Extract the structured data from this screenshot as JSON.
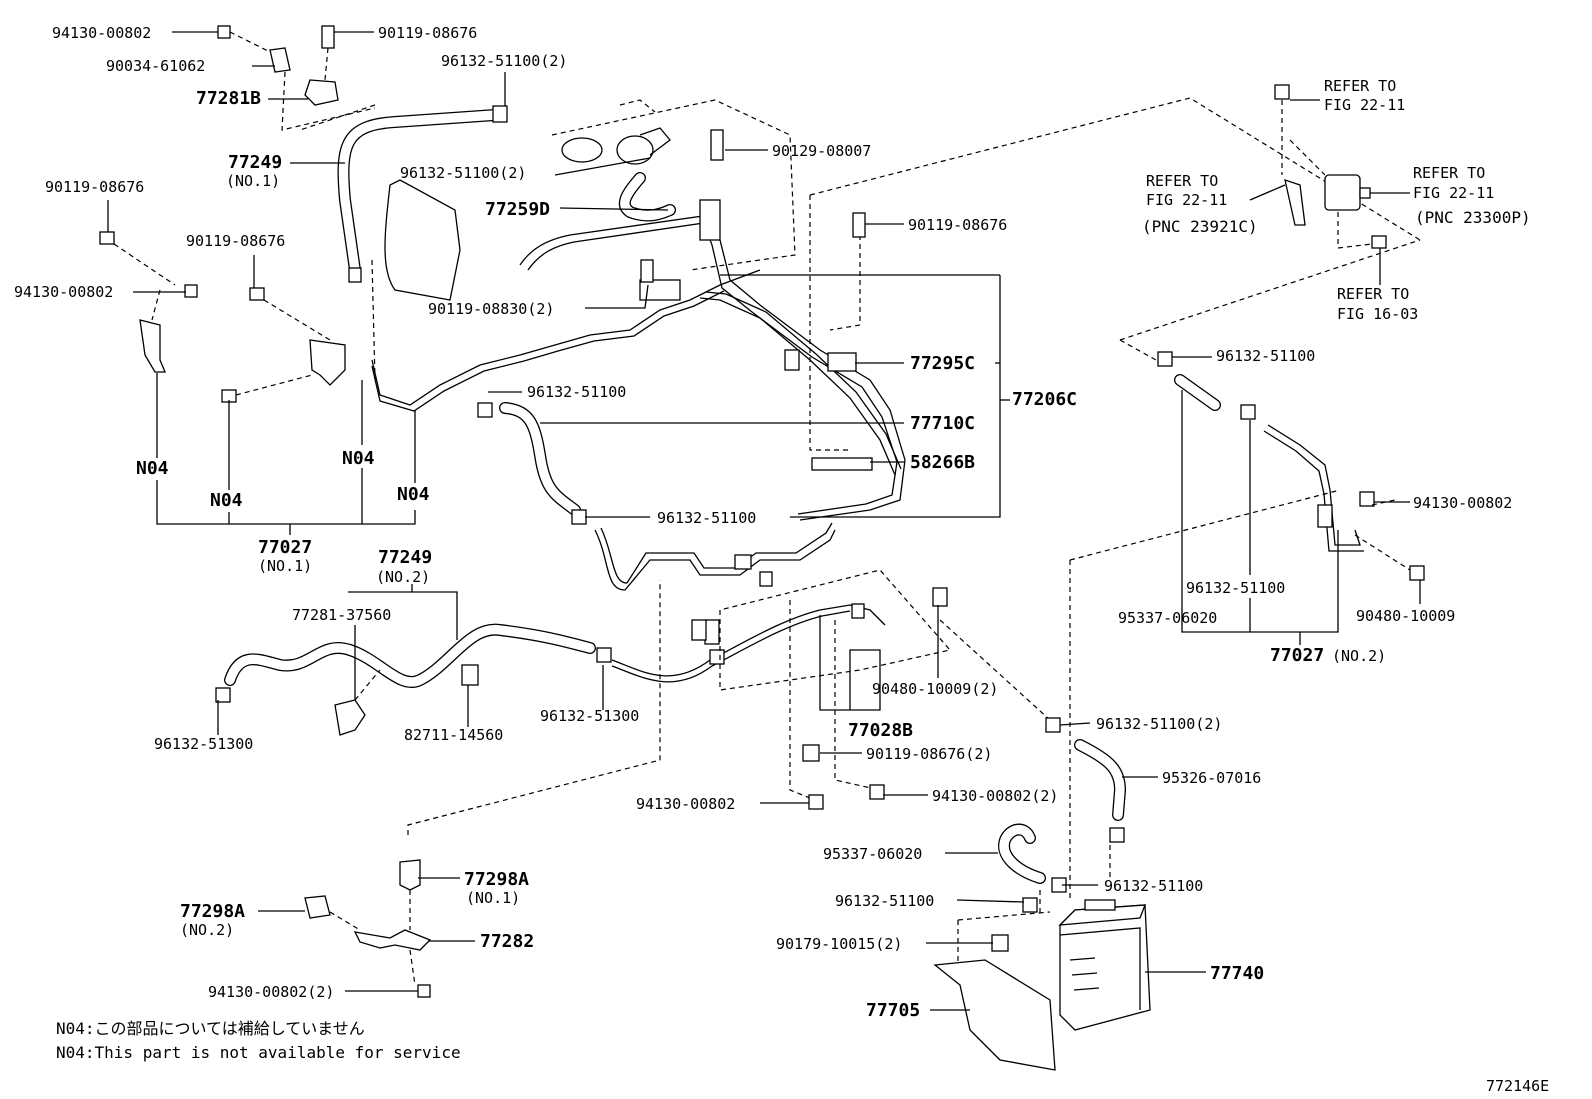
{
  "diagram_code": "772146E",
  "notes": [
    "N04:この部品については補給していません",
    "N04:This part is not available for service"
  ],
  "labels": {
    "l_9413000802_a": "94130-00802",
    "l_9011908676_a": "90119-08676",
    "l_9003461062": "90034-61062",
    "l_77281b": "77281B",
    "l_96132_51100_2_a": "96132-51100(2)",
    "l_77249_no1": "77249",
    "l_no1_a": "(NO.1)",
    "l_96132_51100_2_b": "96132-51100(2)",
    "l_9012908007": "90129-08007",
    "l_77259d": "77259D",
    "l_9011908676_b": "90119-08676",
    "l_9011908676_c": "90119-08676",
    "l_9011908676_d": "90119-08676",
    "l_9413000802_b": "94130-00802",
    "l_9011908830": "90119-08830(2)",
    "l_77295c": "77295C",
    "l_77206c": "77206C",
    "l_96132_51100_a": "96132-51100",
    "l_77710c": "77710C",
    "l_58266b": "58266B",
    "l_96132_51100_b": "96132-51100",
    "l_n04_a": "N04",
    "l_n04_b": "N04",
    "l_n04_c": "N04",
    "l_n04_d": "N04",
    "l_77027_no1": "77027",
    "l_no1_b": "(NO.1)",
    "l_77249_no2": "77249",
    "l_no2_a": "(NO.2)",
    "l_7728137560": "77281-37560",
    "l_9613251300_a": "96132-51300",
    "l_8271114560": "82711-14560",
    "l_9613251300_b": "96132-51300",
    "l_9048010009_2": "90480-10009(2)",
    "l_77028b": "77028B",
    "l_96132_51100_2_c": "96132-51100(2)",
    "l_9011908676_2": "90119-08676(2)",
    "l_9413000802_c": "94130-00802",
    "l_9413000802_2": "94130-00802(2)",
    "l_9532607016": "95326-07016",
    "l_9533706020_a": "95337-06020",
    "l_96132_51100_c": "96132-51100",
    "l_96132_51100_d": "96132-51100",
    "l_9017910015": "90179-10015(2)",
    "l_77740": "77740",
    "l_77705": "77705",
    "l_77298a_no1": "77298A",
    "l_no1_c": "(NO.1)",
    "l_77298a_no2": "77298A",
    "l_no2_b": "(NO.2)",
    "l_77282": "77282",
    "l_9413000802_2b": "94130-00802(2)",
    "l_refer_1": "REFER TO",
    "l_fig_22_11_a": "FIG 22-11",
    "l_refer_2": "REFER TO",
    "l_fig_22_11_b": "FIG 22-11",
    "l_pnc_23921c": "(PNC 23921C)",
    "l_refer_3": "REFER TO",
    "l_fig_22_11_c": "FIG 22-11",
    "l_pnc_23300p": "(PNC 23300P)",
    "l_refer_4": "REFER TO",
    "l_fig_16_03": "FIG 16-03",
    "l_96132_51100_e": "96132-51100",
    "l_9413000802_d": "94130-00802",
    "l_96132_51100_f": "96132-51100",
    "l_9533706020_b": "95337-06020",
    "l_9048010009": "90480-10009",
    "l_77027_no2": "77027",
    "l_no2_c": "(NO.2)"
  }
}
